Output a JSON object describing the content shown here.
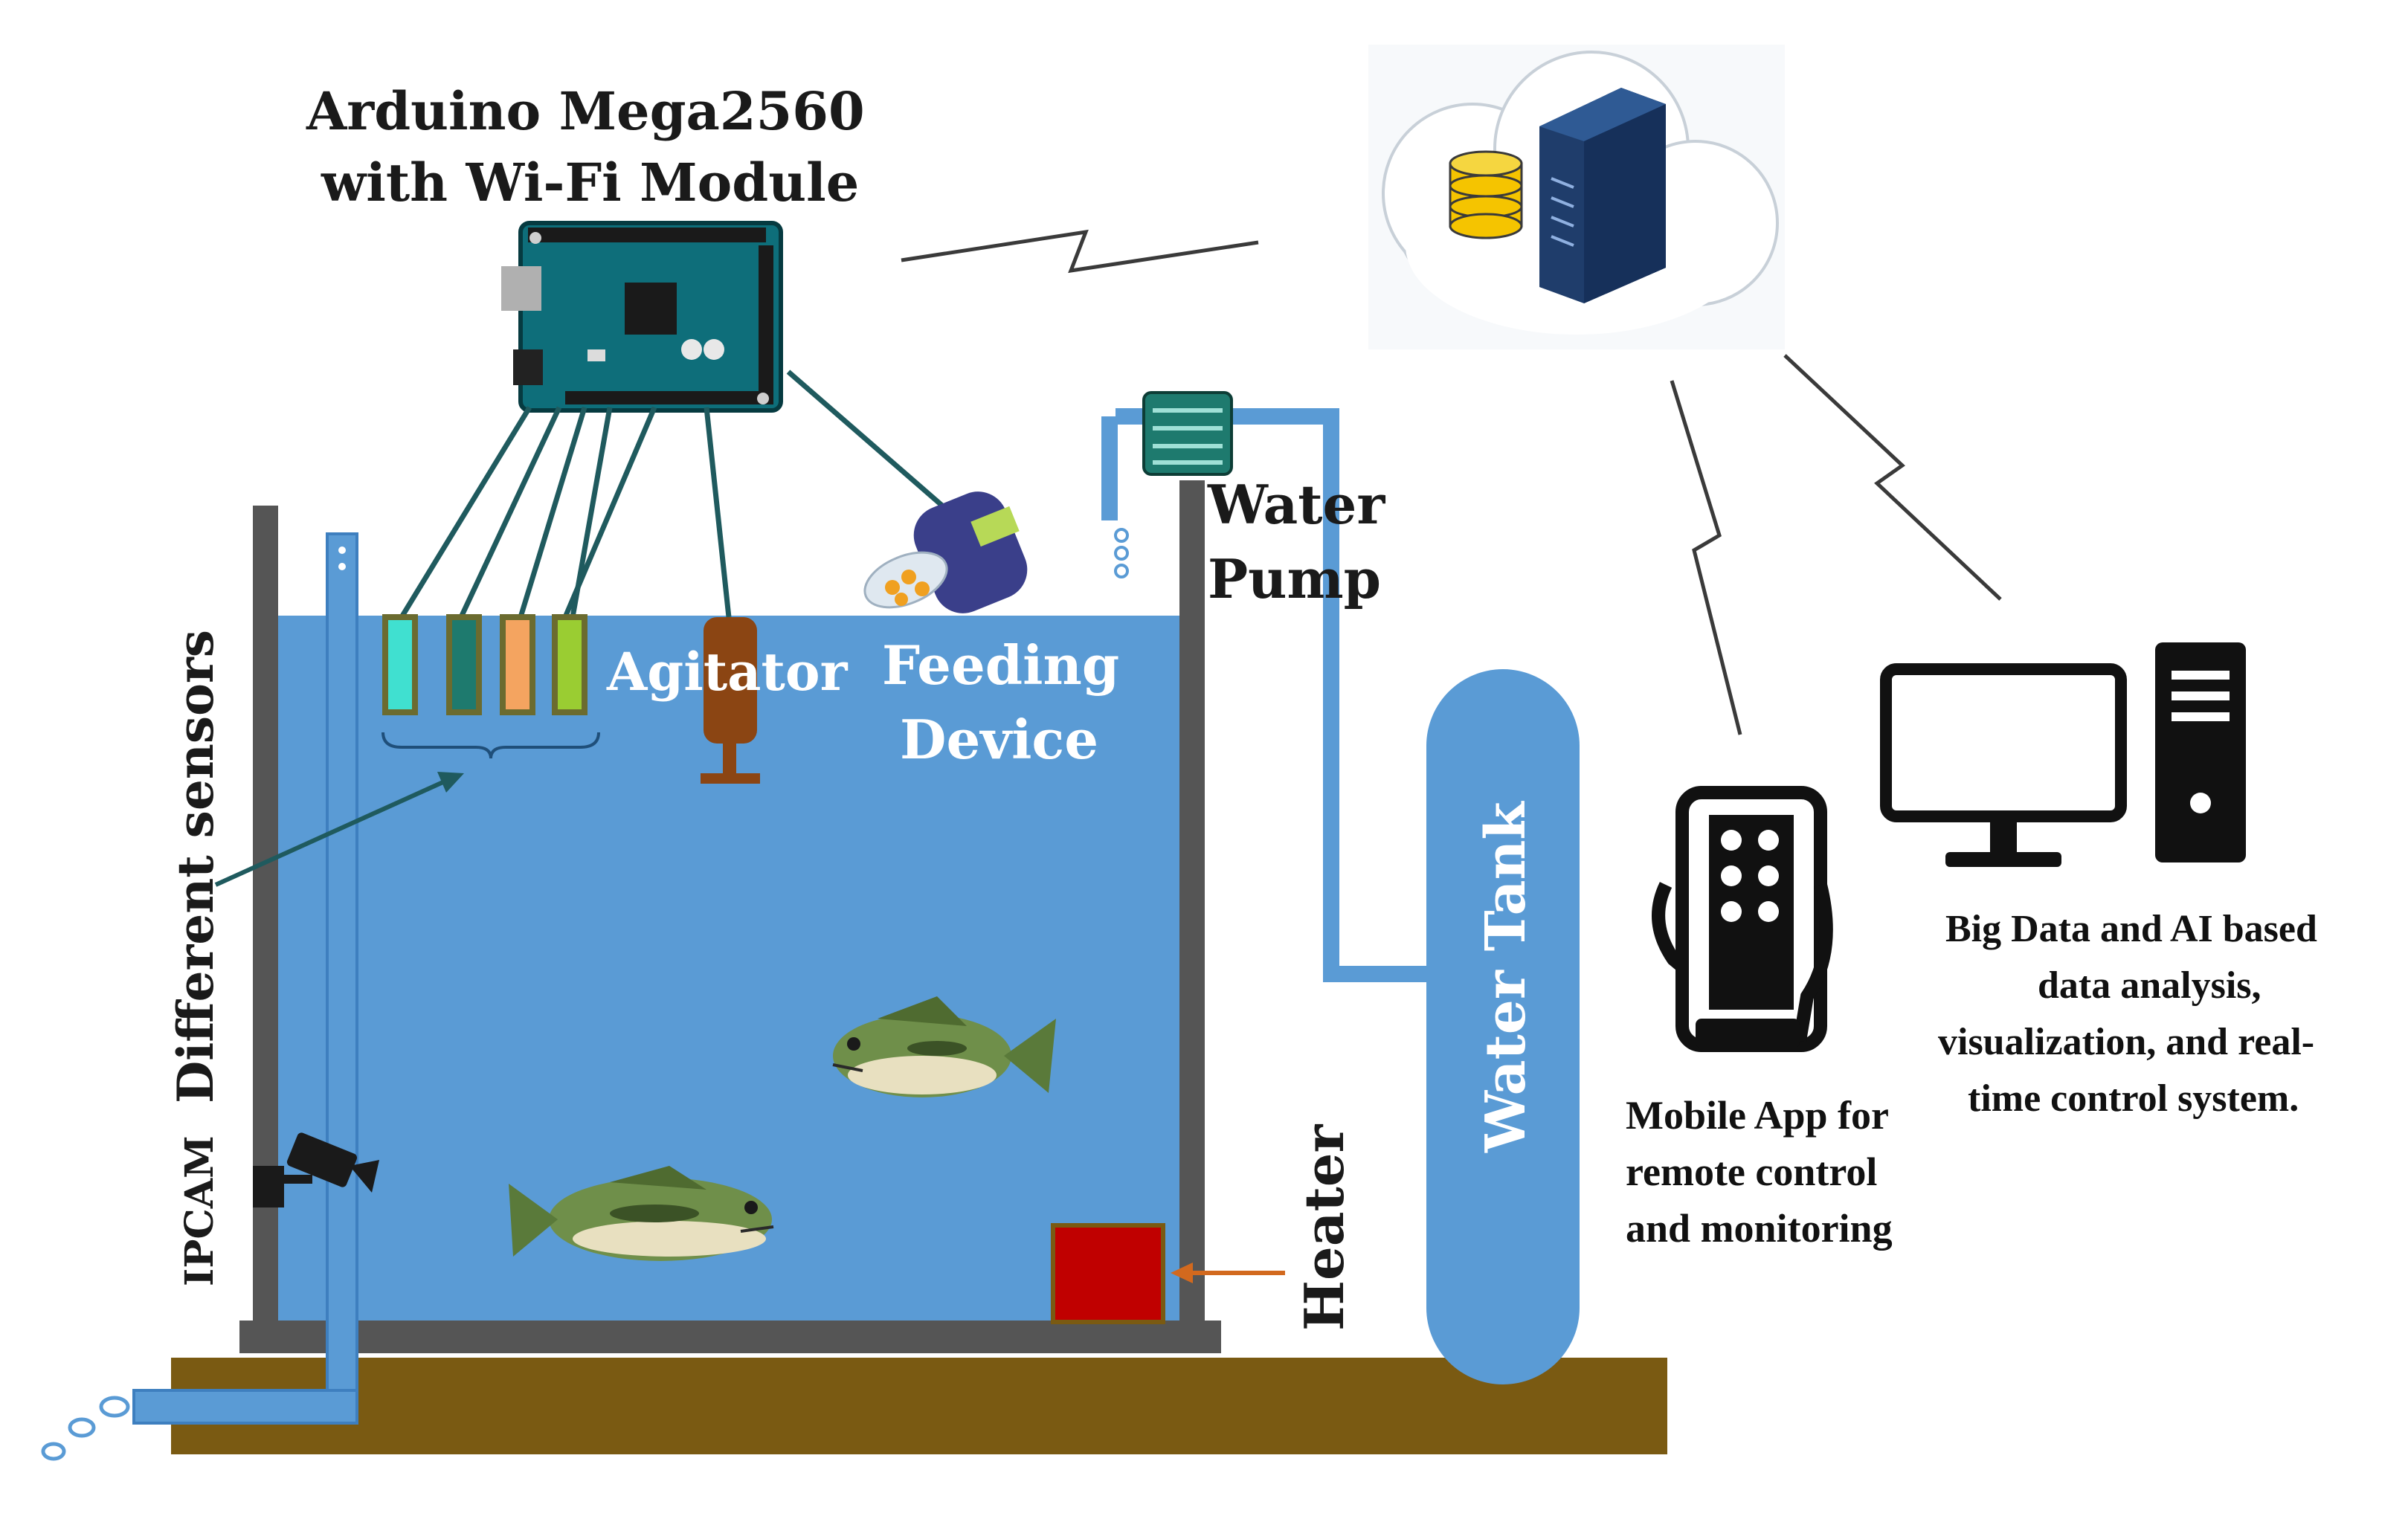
{
  "labels": {
    "arduino_line1": "Arduino Mega2560",
    "arduino_line2": "with Wi-Fi Module",
    "water_pump_line1": "Water",
    "water_pump_line2": "Pump",
    "agitator": "Agitator",
    "feeding_line1": "Feeding",
    "feeding_line2": "Device",
    "different_sensors": "Different sensors",
    "ipcam": "IPCAM",
    "heater": "Heater",
    "water_tank": "Water Tank",
    "mobile_line1": "Mobile App for",
    "mobile_line2": "remote control",
    "mobile_line3": "and monitoring",
    "bigdata_line1": "Big Data and AI based",
    "bigdata_line2": "data analysis,",
    "bigdata_line3": "visualization, and real-",
    "bigdata_line4": "time control system."
  },
  "colors": {
    "water": "#5a9bd5",
    "tank_wall": "#555555",
    "ground": "#7a5a12",
    "heater": "#c00000",
    "agitator": "#8b4513",
    "arduino_board": "#0e6e7a",
    "server": "#1f3d6b",
    "database": "#f5c400",
    "pump": "#1e7a6e",
    "sensor_colors": [
      "#40e0d0",
      "#1e7a6e",
      "#f4a460",
      "#9acd32"
    ]
  },
  "icons": {
    "cloud": "cloud-icon",
    "server": "server-icon",
    "database": "database-icon",
    "phone": "mobile-hand-icon",
    "computer": "desktop-computer-icon",
    "camera": "ip-camera-icon",
    "fish": "bass-fish-icon",
    "wireless": "wireless-link-icon"
  }
}
